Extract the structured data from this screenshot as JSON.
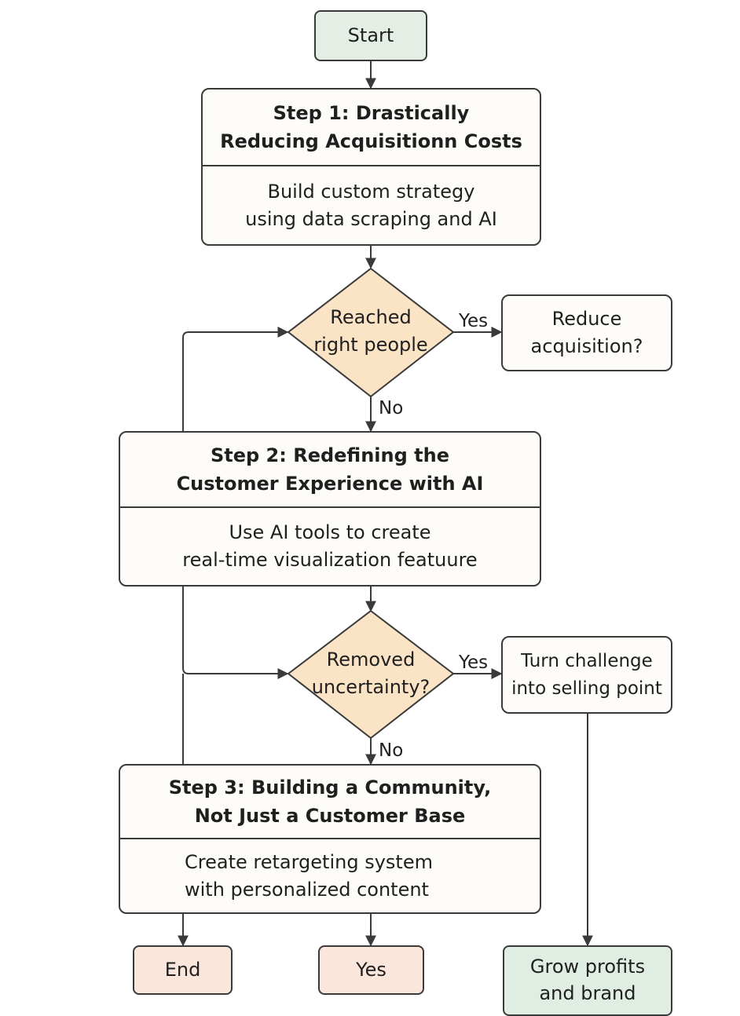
{
  "start": {
    "label": "Start"
  },
  "step1": {
    "title": "Step 1: Drastically\nReducing Acquisitionn Costs",
    "body": "Build custom strategy\nusing data scraping and AI"
  },
  "decision1": {
    "label": "Reached\nright people",
    "yes": "Yes",
    "no": "No"
  },
  "reduce_box": {
    "label": "Reduce\nacquisition?"
  },
  "step2": {
    "title": "Step 2: Redefining the\nCustomer Experience with AI",
    "body": "Use AI tools to create\nreal-time visualization featuure"
  },
  "decision2": {
    "label": "Removed\nuncertainty?",
    "yes": "Yes",
    "no": "No"
  },
  "challenge_box": {
    "label": "Turn challenge\ninto selling point"
  },
  "step3": {
    "title": "Step 3: Building a Community,\nNot Just a Customer Base",
    "body": "Create retargeting system\nwith personalized content"
  },
  "end_box": {
    "label": "End"
  },
  "yes_box": {
    "label": "Yes"
  },
  "grow_box": {
    "label": "Grow profits\nand brand"
  },
  "colors": {
    "stroke": "#3a3a3a",
    "start_fill": "#e4eee4",
    "diamond_fill": "#fbe3c6",
    "end_fill": "#fbe6dc",
    "grow_fill": "#e0ede3"
  }
}
